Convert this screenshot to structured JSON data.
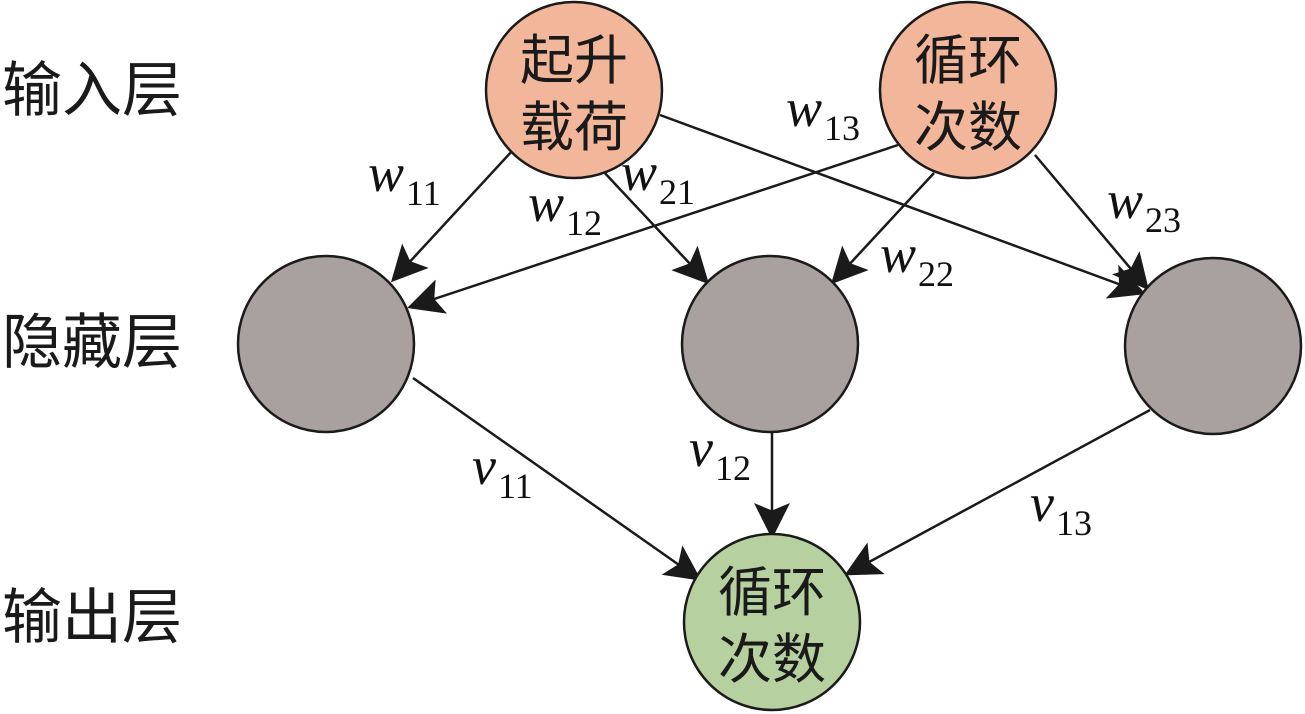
{
  "layers": {
    "input": "输入层",
    "hidden": "隐藏层",
    "output": "输出层"
  },
  "nodes": {
    "input_load": {
      "line1": "起升",
      "line2": "载荷"
    },
    "input_cycles": {
      "line1": "循环",
      "line2": "次数"
    },
    "output_cycles": {
      "line1": "循环",
      "line2": "次数"
    }
  },
  "weights": {
    "w11": {
      "symbol": "w",
      "sub": "11"
    },
    "w12": {
      "symbol": "w",
      "sub": "12"
    },
    "w13": {
      "symbol": "w",
      "sub": "13"
    },
    "w21": {
      "symbol": "w",
      "sub": "21"
    },
    "w22": {
      "symbol": "w",
      "sub": "22"
    },
    "w23": {
      "symbol": "w",
      "sub": "23"
    },
    "v11": {
      "symbol": "v",
      "sub": "11"
    },
    "v12": {
      "symbol": "v",
      "sub": "12"
    },
    "v13": {
      "symbol": "v",
      "sub": "13"
    }
  },
  "colors": {
    "input_node": "#f2b69b",
    "hidden_node": "#a9a0a0",
    "output_node": "#b6d19f",
    "stroke": "#1a1a1a"
  }
}
